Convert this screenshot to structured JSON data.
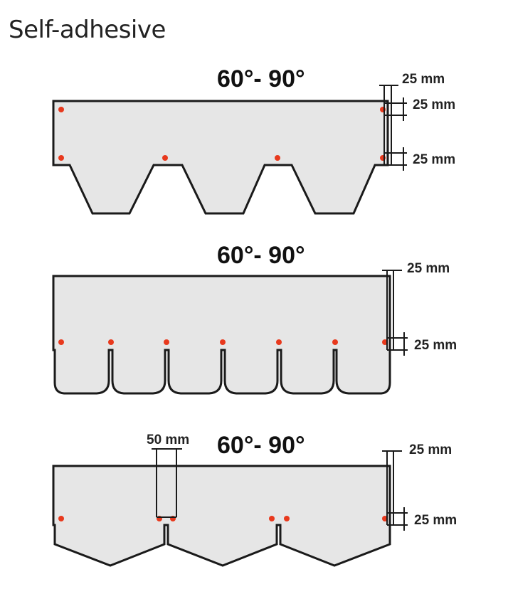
{
  "title": "Self-adhesive",
  "colors": {
    "shingle_fill": "#e6e6e6",
    "outline": "#1a1a1a",
    "adhesive_dot": "#e8391d"
  },
  "panels": [
    {
      "shape": "hexagonal",
      "angle_label": "60°- 90°",
      "dimensions": [
        "25 mm",
        "25 mm",
        "25 mm"
      ]
    },
    {
      "shape": "scalloped",
      "angle_label": "60°- 90°",
      "dimensions": [
        "25 mm",
        "25 mm"
      ]
    },
    {
      "shape": "pointed",
      "angle_label": "60°- 90°",
      "dimensions": [
        "50 mm",
        "25 mm",
        "25 mm"
      ]
    }
  ]
}
